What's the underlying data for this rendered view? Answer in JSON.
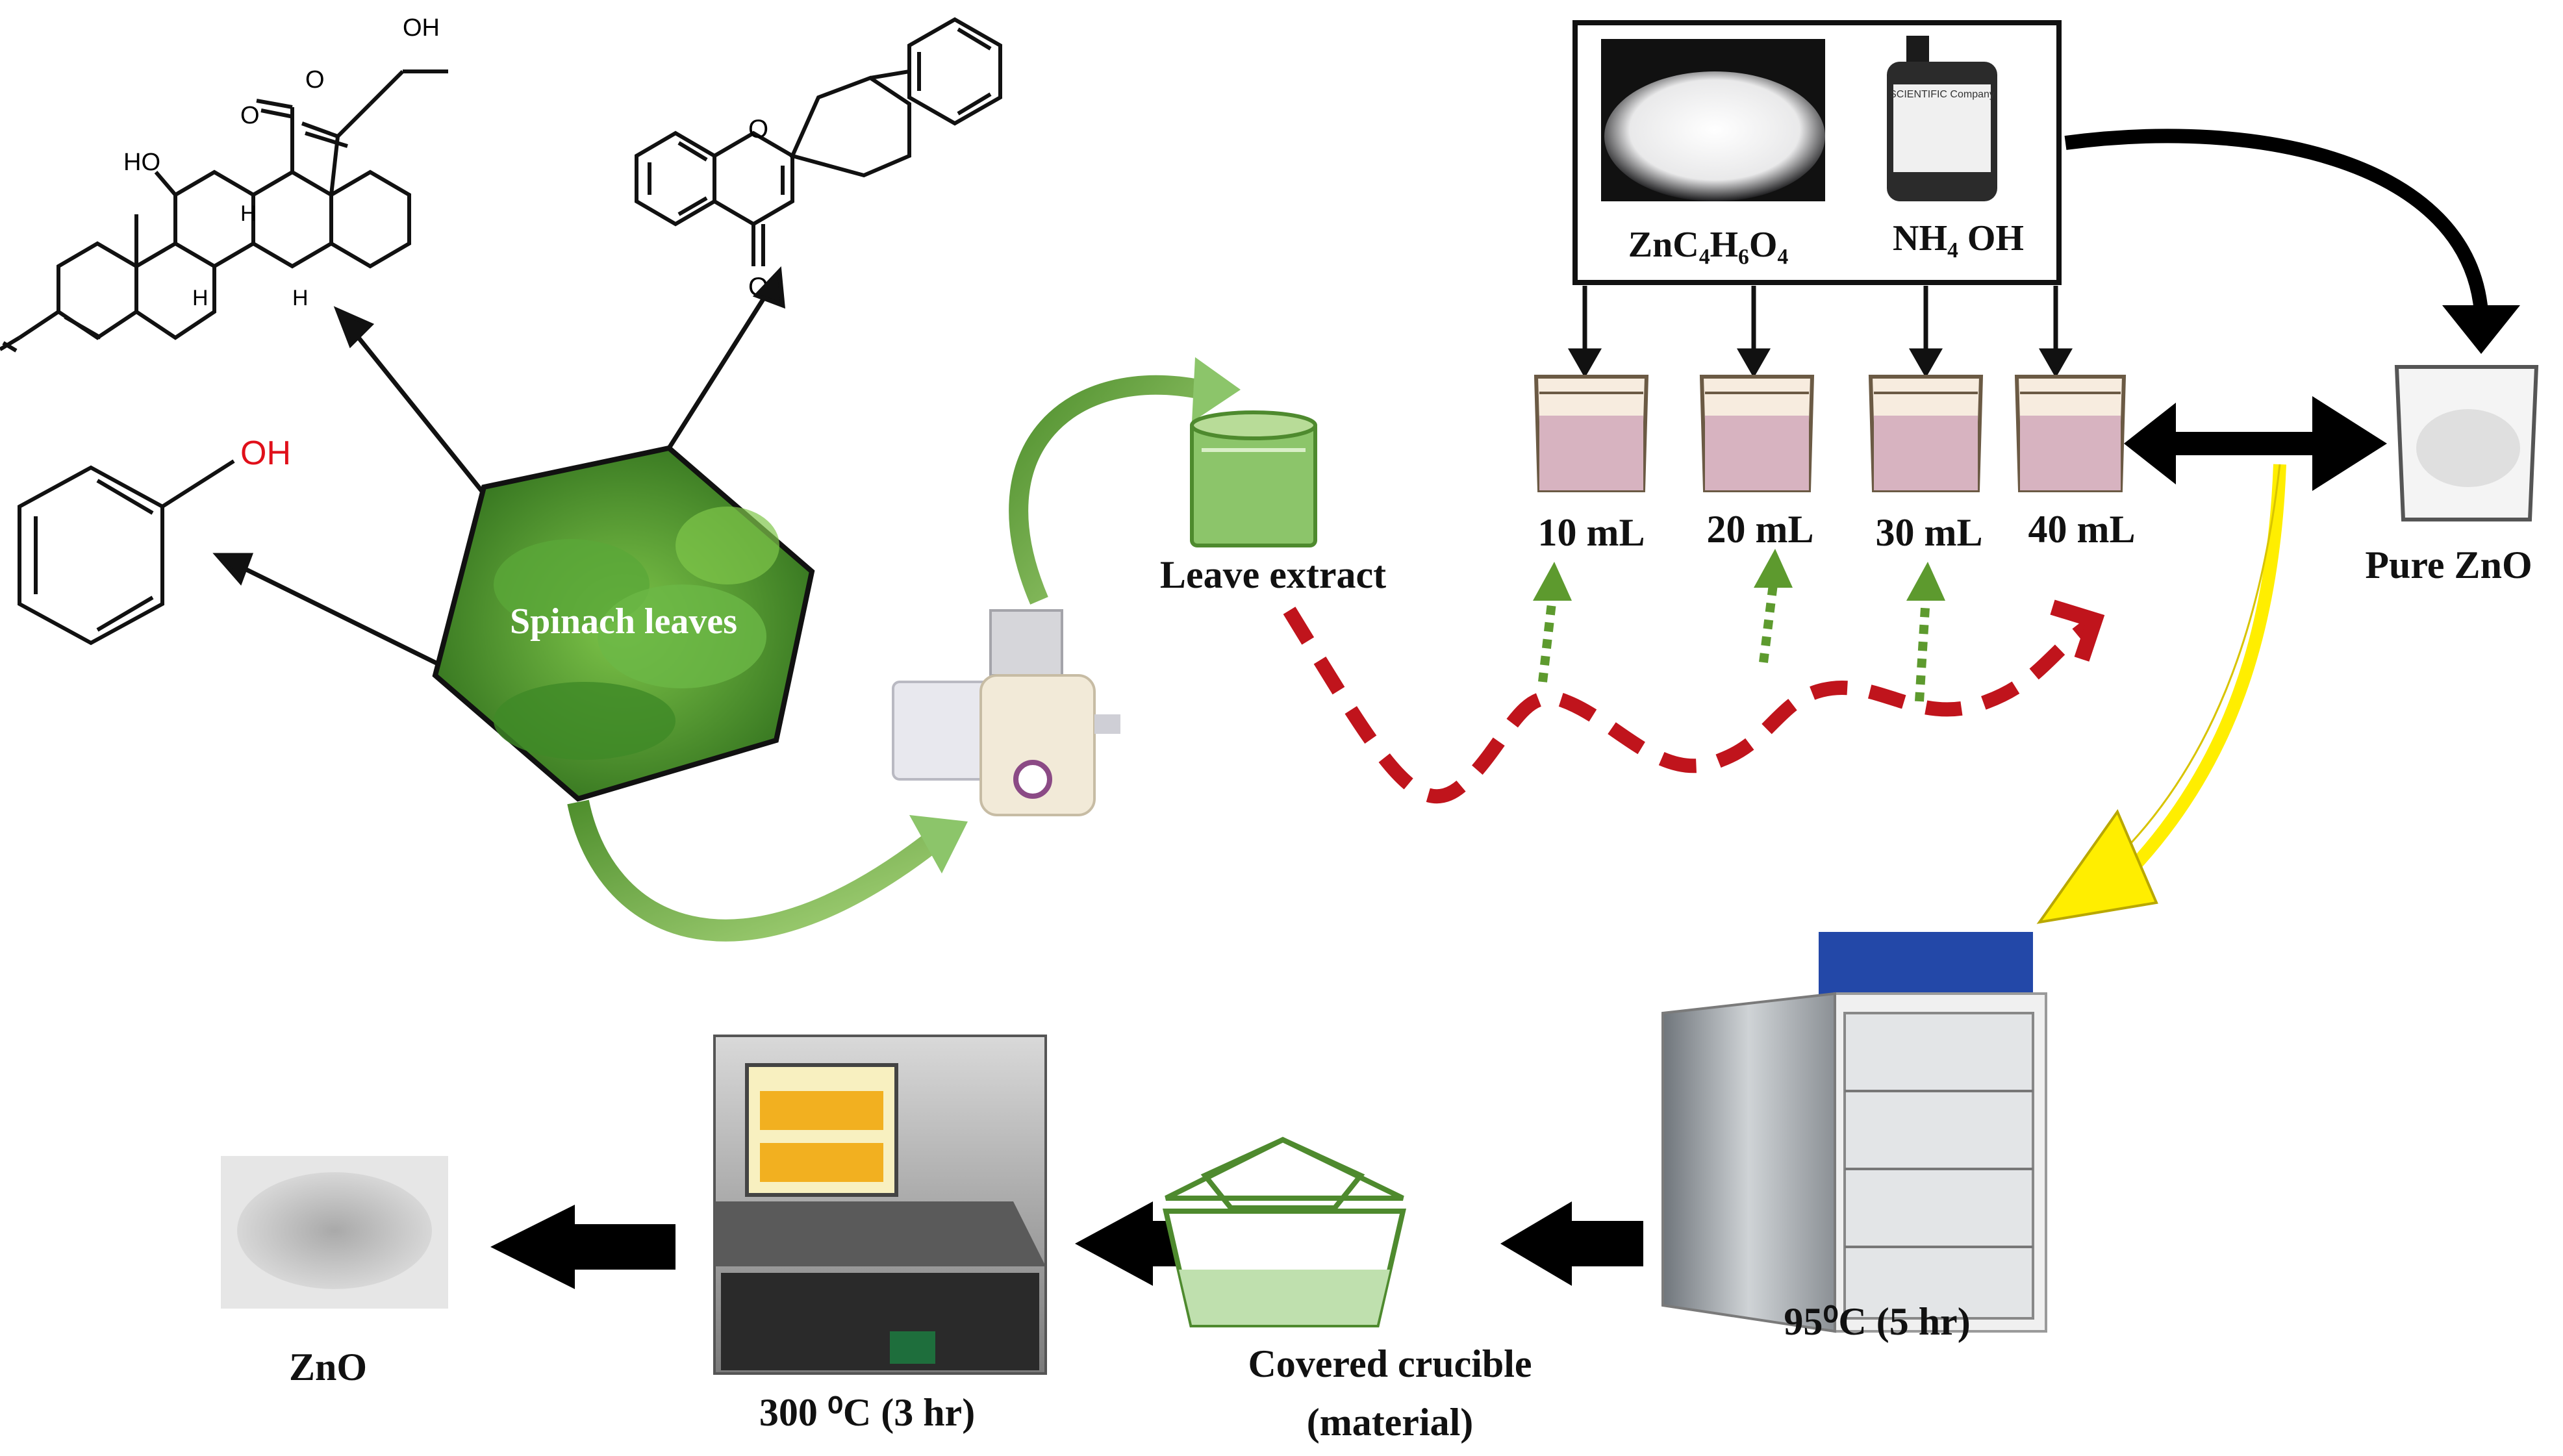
{
  "labels": {
    "spinach": "Spinach leaves",
    "leave_extract": "Leave extract",
    "zinc_acetate": "ZnC₄H₆O₄",
    "ammonia": "NH₄ OH",
    "vol_10": "10 mL",
    "vol_20": "20 mL",
    "vol_30": "30 mL",
    "vol_40": "40 mL",
    "pure_zno": "Pure ZnO",
    "oven_temp": "95⁰C (5 hr)",
    "crucible_line1": "Covered crucible",
    "crucible_line2": "(material)",
    "furnace_temp": "300 ⁰C (3 hr)",
    "product": "ZnO"
  },
  "molecule_labels": {
    "hydroxyl_top": "OH",
    "hydroxyl_ring": "HO",
    "oxygen_ketone": "O",
    "oxygen_aldehyde": "O",
    "hydrogen_1": "H",
    "hydrogen_2": "H",
    "hydrogen_3": "H",
    "flavone_ring_o": "O",
    "flavone_carbonyl_o": "O",
    "phenol_oh": "OH"
  },
  "bottle_label": "SCIENTIFIC Company",
  "colors": {
    "green_arrow": "#6aa842",
    "red_dashed": "#c0141c",
    "green_dotted": "#5d9a2e",
    "yellow_arrow": "#ffee00",
    "black_arrow": "#000000",
    "solution": "#d7b3c0",
    "extract": "#8cc56a"
  }
}
